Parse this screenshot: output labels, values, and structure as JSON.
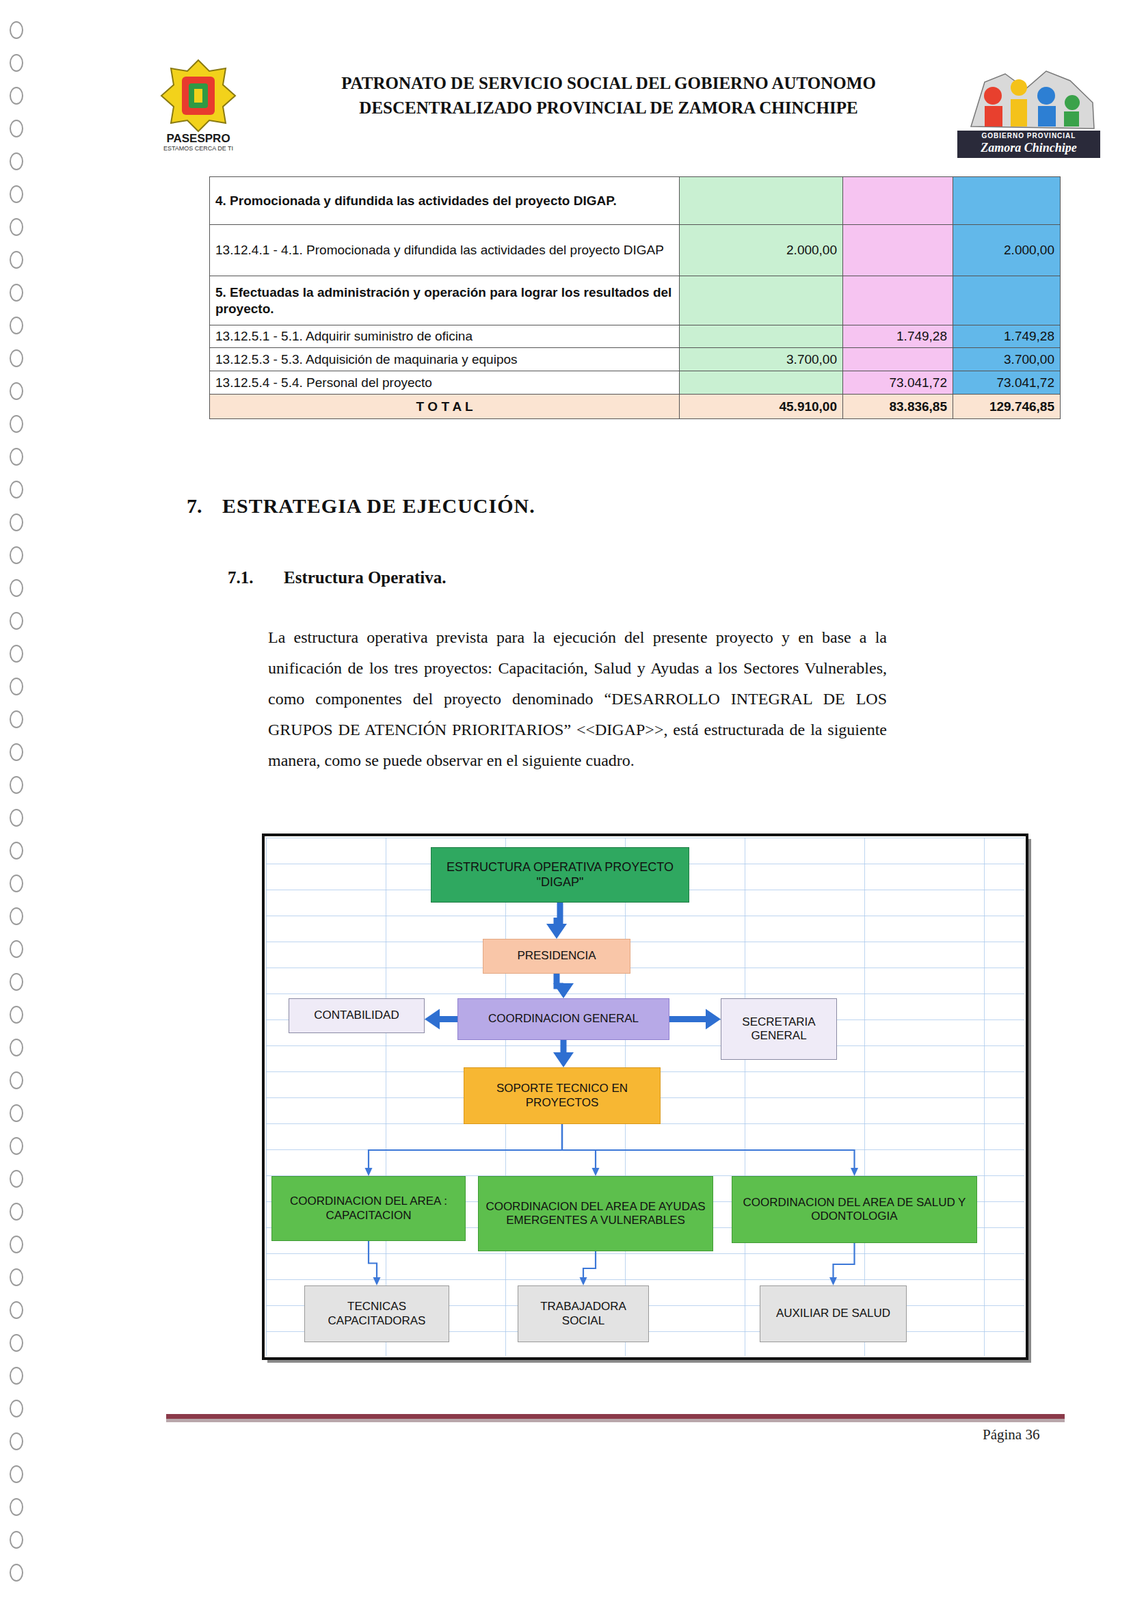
{
  "diagram": {
    "title": "PATRONATO DE SERVICIO SOCIAL DEL GOBIERNO AUTONOMO DESCENTRALIZADO PROVINCIAL DE ZAMORA CHINCHIPE",
    "nodes": [
      {
        "text": [
          "ESTRUCTURA OPERATIVA PROYECTO \"DIGAP\""
        ]
      },
      {
        "text": [
          "PRESIDENCIA"
        ]
      },
      {
        "text": [
          "CONTABILIDAD"
        ]
      },
      {
        "text": [
          "COORDINACION GENERAL"
        ]
      },
      {
        "text": [
          "SECRETARIA GENERAL"
        ]
      },
      {
        "text": [
          "SOPORTE TECNICO EN PROYECTOS"
        ]
      },
      {
        "text": [
          "COORDINACION DEL AREA : CAPACITACION"
        ]
      },
      {
        "text": [
          "COORDINACION DEL AREA DE AYUDAS EMERGENTES A VULNERABLES"
        ]
      },
      {
        "text": [
          "COORDINACION DEL AREA DE SALUD Y ODONTOLOGIA"
        ]
      },
      {
        "text": [
          "TECNICAS CAPACITADORAS"
        ]
      },
      {
        "text": [
          "TRABAJADORA SOCIAL"
        ]
      },
      {
        "text": [
          "AUXILIAR DE SALUD"
        ]
      }
    ],
    "edges": [
      {
        "from": 0,
        "to": 1,
        "arrow": "to"
      },
      {
        "from": 1,
        "to": 3,
        "arrow": "to"
      },
      {
        "from": 3,
        "to": 2,
        "arrow": "to"
      },
      {
        "from": 3,
        "to": 4,
        "arrow": "to"
      },
      {
        "from": 3,
        "to": 5,
        "arrow": "to"
      },
      {
        "from": 5,
        "to": 6,
        "arrow": "to"
      },
      {
        "from": 5,
        "to": 7,
        "arrow": "to"
      },
      {
        "from": 5,
        "to": 8,
        "arrow": "to"
      },
      {
        "from": 6,
        "to": 9,
        "arrow": "to"
      },
      {
        "from": 7,
        "to": 10,
        "arrow": "to"
      },
      {
        "from": 8,
        "to": 11,
        "arrow": "to"
      }
    ],
    "labels": [
      "PASESPRO",
      "ESTAMOS CERCA DE TI",
      "GOBIERNO PROVINCIAL",
      "Zamora Chinchipe",
      "4. Promocionada y difundida las actividades del proyecto DIGAP.",
      "13.12.4.1 - 4.1. Promocionada y difundida las actividades del proyecto DIGAP",
      "2.000,00",
      "2.000,00",
      "5. Efectuadas la administración y operación para lograr los resultados del proyecto.",
      "13.12.5.1 - 5.1. Adquirir suministro de oficina",
      "1.749,28",
      "1.749,28",
      "13.12.5.3 - 5.3. Adquisición de maquinaria y equipos",
      "3.700,00",
      "3.700,00",
      "13.12.5.4 - 5.4. Personal del proyecto",
      "73.041,72",
      "73.041,72",
      "T O T A L",
      "45.910,00",
      "83.836,85",
      "129.746,85",
      "7.",
      "ESTRATEGIA DE EJECUCIÓN.",
      "7.1.",
      "Estructura Operativa.",
      "La estructura operativa prevista para la ejecución del presente proyecto y en base a la unificación de los tres proyectos: Capacitación, Salud y Ayudas a los Sectores Vulnerables, como componentes del proyecto denominado “DESARROLLO INTEGRAL DE LOS GRUPOS DE ATENCIÓN PRIORITARIOS” <<DIGAP>>, está estructurada de la siguiente manera, como se puede observar en el siguiente cuadro.",
      "Página 36"
    ]
  }
}
